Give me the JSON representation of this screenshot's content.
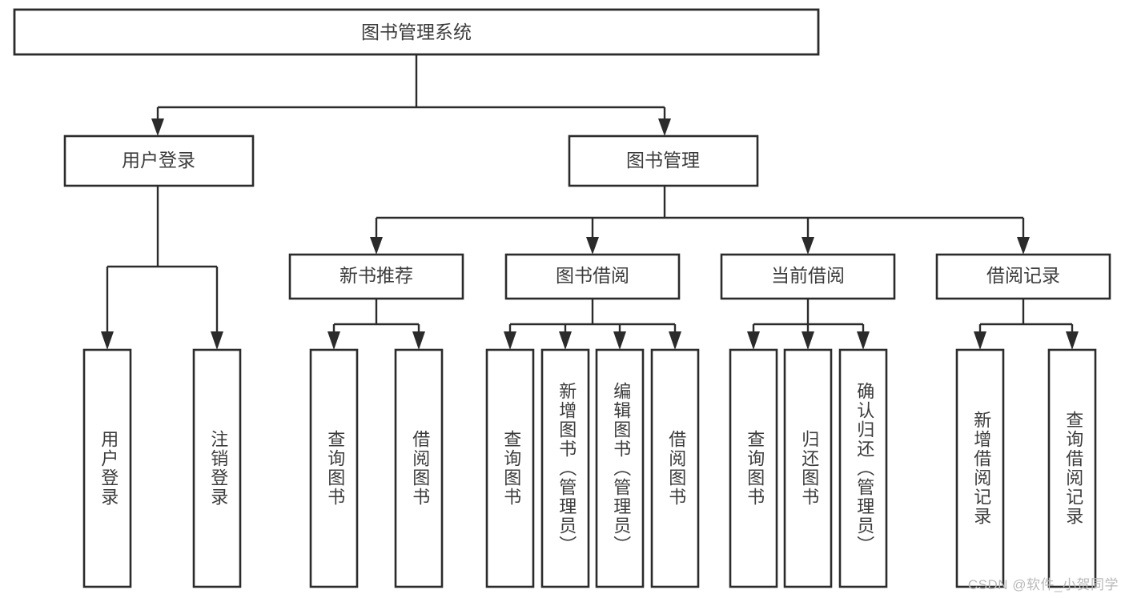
{
  "diagram": {
    "title": "图书管理系统",
    "watermark": "CSDN @软件_小贺同学",
    "colors": {
      "stroke": "#2b2b2b",
      "box_fill": "#ffffff",
      "text": "#3c3c3c",
      "watermark": "#b9b9b9",
      "background": "#ffffff"
    },
    "levels": {
      "root": "图书管理系统",
      "level1": [
        "用户登录",
        "图书管理"
      ],
      "level2": [
        "新书推荐",
        "图书借阅",
        "当前借阅",
        "借阅记录"
      ]
    },
    "nodes": {
      "root": {
        "label": "图书管理系统"
      },
      "user_login": {
        "label": "用户登录"
      },
      "book_mgmt": {
        "label": "图书管理"
      },
      "new_book_rec": {
        "label": "新书推荐"
      },
      "book_borrow": {
        "label": "图书借阅"
      },
      "current_borrow": {
        "label": "当前借阅"
      },
      "borrow_record": {
        "label": "借阅记录"
      },
      "leaf_user_login": {
        "label": "用户登录"
      },
      "leaf_logout": {
        "label": "注销登录"
      },
      "leaf_query_book_1": {
        "label": "查询图书"
      },
      "leaf_borrow_book_1": {
        "label": "借阅图书"
      },
      "leaf_query_book_2": {
        "label": "查询图书"
      },
      "leaf_add_book": {
        "label": "新增图书（管理员）"
      },
      "leaf_edit_book": {
        "label": "编辑图书（管理员）"
      },
      "leaf_borrow_book_2": {
        "label": "借阅图书"
      },
      "leaf_query_book_3": {
        "label": "查询图书"
      },
      "leaf_return_book": {
        "label": "归还图书"
      },
      "leaf_confirm_return": {
        "label": "确认归还（管理员）"
      },
      "leaf_add_record": {
        "label": "新增借阅记录"
      },
      "leaf_query_record": {
        "label": "查询借阅记录"
      }
    },
    "tree": [
      {
        "label": "图书管理系统",
        "children": [
          {
            "label": "用户登录",
            "children": [
              {
                "label": "用户登录"
              },
              {
                "label": "注销登录"
              }
            ]
          },
          {
            "label": "图书管理",
            "children": [
              {
                "label": "新书推荐",
                "children": [
                  {
                    "label": "查询图书"
                  },
                  {
                    "label": "借阅图书"
                  }
                ]
              },
              {
                "label": "图书借阅",
                "children": [
                  {
                    "label": "查询图书"
                  },
                  {
                    "label": "新增图书（管理员）"
                  },
                  {
                    "label": "编辑图书（管理员）"
                  },
                  {
                    "label": "借阅图书"
                  }
                ]
              },
              {
                "label": "当前借阅",
                "children": [
                  {
                    "label": "查询图书"
                  },
                  {
                    "label": "归还图书"
                  },
                  {
                    "label": "确认归还（管理员）"
                  }
                ]
              },
              {
                "label": "借阅记录",
                "children": [
                  {
                    "label": "新增借阅记录"
                  },
                  {
                    "label": "查询借阅记录"
                  }
                ]
              }
            ]
          }
        ]
      }
    ]
  }
}
